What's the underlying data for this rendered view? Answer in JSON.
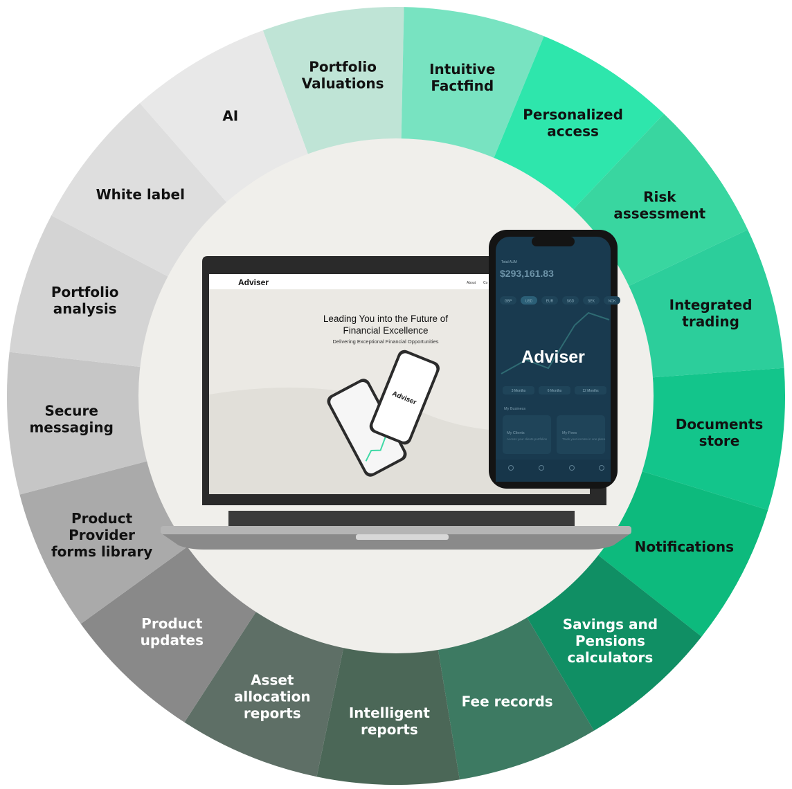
{
  "segments": [
    {
      "lines": [
        "Portfolio",
        "Valuations"
      ],
      "color": "#bfe4d6",
      "text": "#111111"
    },
    {
      "lines": [
        "Intuitive",
        "Factfind"
      ],
      "color": "#78e3c1",
      "text": "#111111"
    },
    {
      "lines": [
        "Personalized",
        "access"
      ],
      "color": "#2ee6ac",
      "text": "#111111"
    },
    {
      "lines": [
        "Risk",
        "assessment"
      ],
      "color": "#39d6a0",
      "text": "#111111"
    },
    {
      "lines": [
        "Integrated",
        "trading"
      ],
      "color": "#2cce9b",
      "text": "#111111"
    },
    {
      "lines": [
        "Documents",
        "store"
      ],
      "color": "#13c58b",
      "text": "#111111"
    },
    {
      "lines": [
        "Notifications"
      ],
      "color": "#0dba7d",
      "text": "#111111"
    },
    {
      "lines": [
        "Savings and",
        "Pensions",
        "calculators"
      ],
      "color": "#108f64",
      "text": "#ffffff"
    },
    {
      "lines": [
        "Fee records"
      ],
      "color": "#3d7a62",
      "text": "#ffffff"
    },
    {
      "lines": [
        "Intelligent",
        "reports"
      ],
      "color": "#4b6757",
      "text": "#ffffff"
    },
    {
      "lines": [
        "Asset",
        "allocation",
        "reports"
      ],
      "color": "#5e6f66",
      "text": "#ffffff"
    },
    {
      "lines": [
        "Product",
        "updates"
      ],
      "color": "#898989",
      "text": "#ffffff"
    },
    {
      "lines": [
        "Product",
        "Provider",
        "forms library"
      ],
      "color": "#aaaaaa",
      "text": "#111111"
    },
    {
      "lines": [
        "Secure",
        "messaging"
      ],
      "color": "#c6c6c6",
      "text": "#111111"
    },
    {
      "lines": [
        "Portfolio",
        "analysis"
      ],
      "color": "#d4d4d4",
      "text": "#111111"
    },
    {
      "lines": [
        "White label"
      ],
      "color": "#dedede",
      "text": "#111111"
    },
    {
      "lines": [
        "AI"
      ],
      "color": "#e8e8e8",
      "text": "#111111"
    }
  ],
  "center": {
    "color": "#f0efeb"
  },
  "laptop": {
    "brand": "Adviser",
    "nav": [
      "About",
      "Co"
    ],
    "headline_1": "Leading You into the Future of",
    "headline_2": "Financial Excellence",
    "subheadline": "Delivering Exceptional Financial Opportunities"
  },
  "phone": {
    "brand": "Adviser",
    "aum_label": "Total AUM",
    "aum_value": "$293,161.83",
    "currencies": [
      "GBP",
      "USD",
      "EUR",
      "SGD",
      "SEK",
      "NOK"
    ],
    "periods": [
      "3 Months",
      "6 Months",
      "12 Months"
    ],
    "section": "My Business",
    "card1_title": "My Clients",
    "card1_text": "Access your clients portfolios",
    "card2_title": "My Fees",
    "card2_text": "Track your income in one place"
  }
}
